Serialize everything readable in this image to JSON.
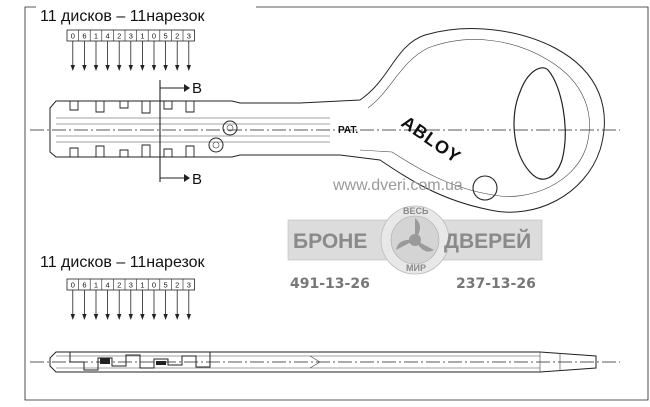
{
  "top_section": {
    "title": "11 дисков – 11нарезок",
    "codes": [
      "0",
      "6",
      "1",
      "4",
      "2",
      "3",
      "1",
      "0",
      "5",
      "2",
      "3"
    ]
  },
  "bottom_section": {
    "title": "11 дисков – 11нарезок",
    "codes": [
      "0",
      "6",
      "1",
      "4",
      "2",
      "3",
      "1",
      "0",
      "5",
      "2",
      "3"
    ]
  },
  "key_drawing": {
    "section_label_top": "B",
    "section_label_bottom": "B",
    "pat_text": "PAT.",
    "brand_text": "ABLOY"
  },
  "watermark": {
    "url": "www.dveri.com.ua",
    "left_word": "БРОНЕ",
    "right_word": "ДВЕРЕЙ",
    "arc_top": "ВЕСЬ",
    "arc_bottom": "МИР",
    "phone_left": "491-13-26",
    "phone_right": "237-13-26"
  }
}
